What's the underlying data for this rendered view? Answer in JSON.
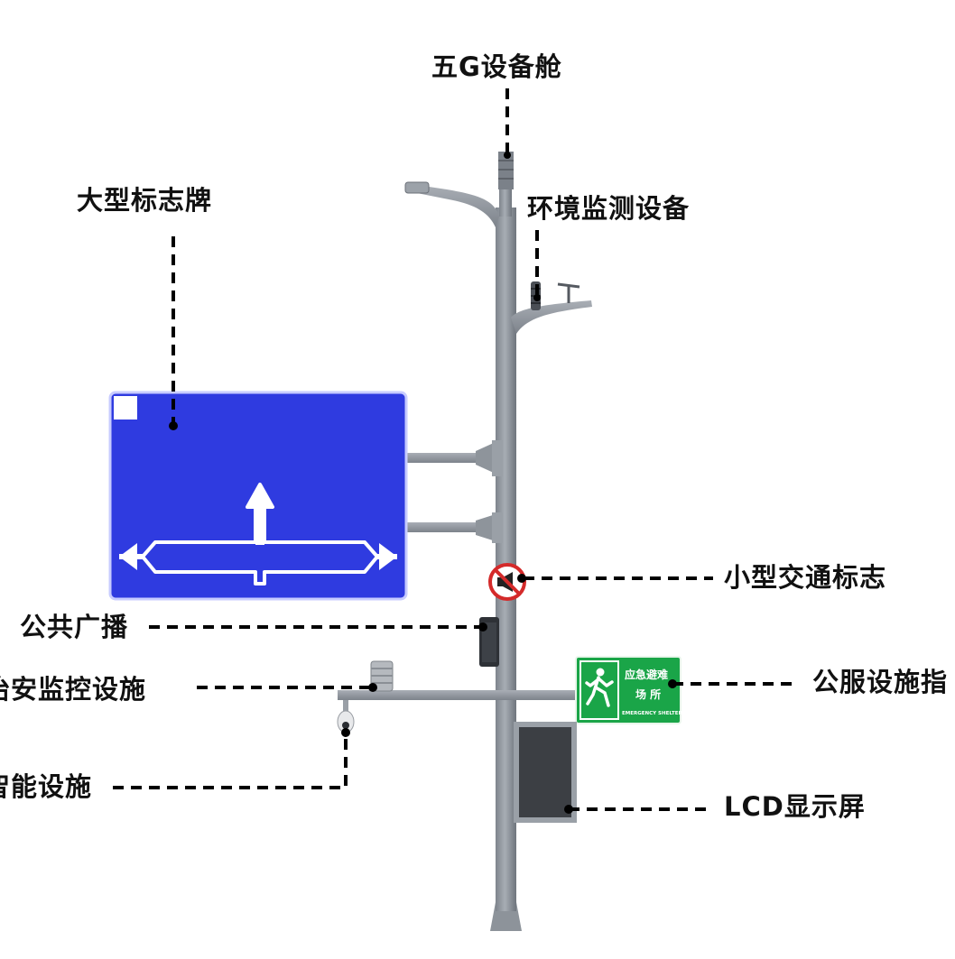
{
  "labels": {
    "g5_cabin": "五G设备舱",
    "environment": "环境监测设备",
    "large_sign": "大型标志牌",
    "small_traffic_sign": "小型交通标志",
    "public_broadcast": "公共广播",
    "security_monitor": "治安监控设施",
    "public_service_guide": "公服设施指",
    "smart_facility": "智能设施",
    "lcd_screen": "LCD显示屏"
  },
  "shelter_sign": {
    "line1": "应急避难",
    "line2": "场 所",
    "line3": "EMERGENCY SHELTER"
  },
  "colors": {
    "pole": "#8a9099",
    "blue_sign": "#2f3be0",
    "green_sign": "#1aa548",
    "lcd_screen": "#3c3f44",
    "no_horn_red": "#d42a2a"
  }
}
